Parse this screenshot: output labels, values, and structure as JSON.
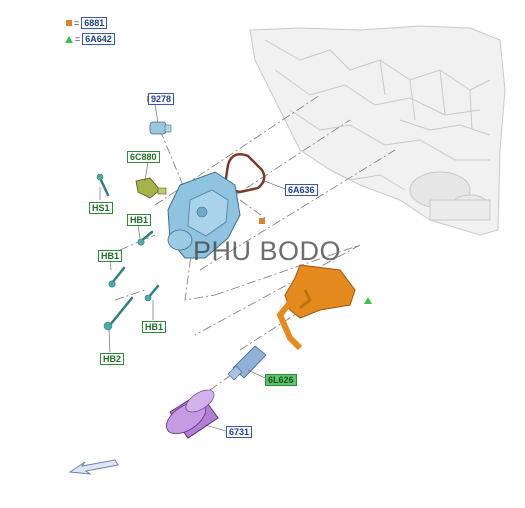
{
  "legend": [
    {
      "marker": "orange-square",
      "symbol": "=",
      "code": "6881"
    },
    {
      "marker": "green-triangle",
      "symbol": "=",
      "code": "6A642"
    }
  ],
  "parts": {
    "p9278": "9278",
    "p6C880": "6C880",
    "pHS1": "HS1",
    "pHB1a": "HB1",
    "pHB1b": "HB1",
    "pHB1c": "HB1",
    "pHB2": "HB2",
    "p6A636": "6A636",
    "p6L626": "6L626",
    "p6731": "6731"
  },
  "watermark": "PHU BODO",
  "colors": {
    "label_border": "#3a5aa8",
    "label_text": "#1f3f8f",
    "marker_orange": "#d9822b",
    "marker_green": "#3cc24a",
    "filter": "#b27fd6",
    "oil_cooler": "#e58a1f",
    "housing": "#8fc3df",
    "gasket": "#7a3a2a"
  }
}
